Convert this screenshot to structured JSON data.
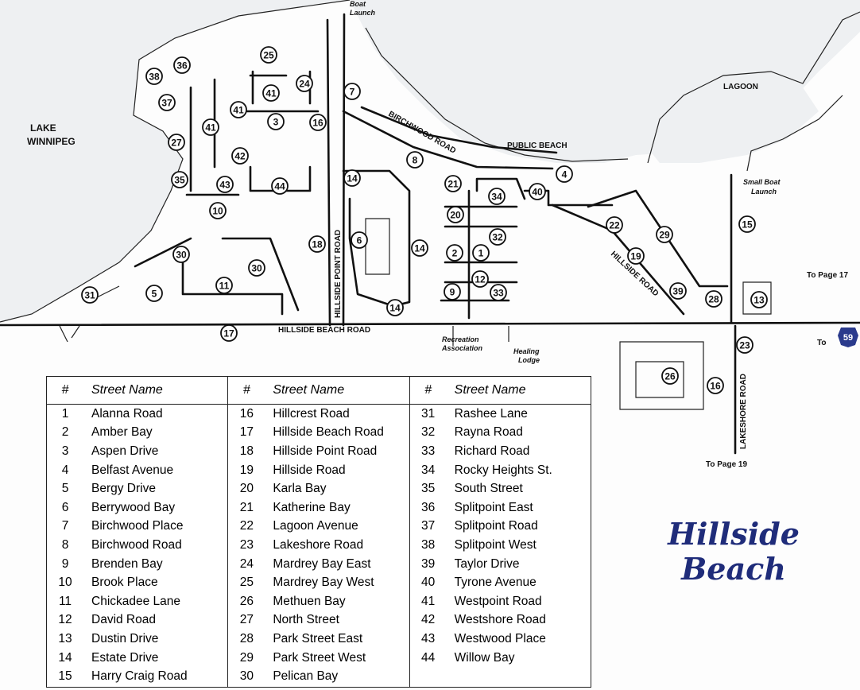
{
  "map": {
    "title_line1": "Hillside",
    "title_line2": "Beach",
    "lake_line1": "LAKE",
    "lake_line2": "WINNIPEG",
    "lagoon": "LAGOON",
    "boat_launch_1": "Boat",
    "boat_launch_2": "Launch",
    "small_boat_1": "Small Boat",
    "small_boat_2": "Launch",
    "public_beach": "PUBLIC BEACH",
    "birchwood_road": "BIRCHWOOD ROAD",
    "hillside_point_road": "HILLSIDE POINT ROAD",
    "hillside_beach_road": "HILLSIDE BEACH ROAD",
    "hillside_road": "HILLSIDE ROAD",
    "lakeshore_road": "LAKESHORE ROAD",
    "recreation_1": "Recreation",
    "recreation_2": "Association",
    "healing_1": "Healing",
    "healing_2": "Lodge",
    "to_page_17": "To Page 17",
    "to_page_19": "To Page 19",
    "to_label": "To",
    "highway": "59"
  },
  "markers": [
    "36",
    "38",
    "37",
    "25",
    "24",
    "41",
    "41",
    "41",
    "3",
    "7",
    "16",
    "27",
    "42",
    "8",
    "35",
    "43",
    "44",
    "14",
    "21",
    "34",
    "40",
    "4",
    "10",
    "20",
    "32",
    "30",
    "30",
    "6",
    "18",
    "14",
    "2",
    "1",
    "22",
    "29",
    "15",
    "19",
    "12",
    "11",
    "5",
    "9",
    "33",
    "39",
    "28",
    "13",
    "31",
    "14",
    "17",
    "23",
    "26",
    "16"
  ],
  "legend": {
    "header_num": "#",
    "header_name": "Street Name",
    "columns": [
      [
        {
          "num": "1",
          "name": "Alanna Road"
        },
        {
          "num": "2",
          "name": "Amber Bay"
        },
        {
          "num": "3",
          "name": "Aspen Drive"
        },
        {
          "num": "4",
          "name": "Belfast Avenue"
        },
        {
          "num": "5",
          "name": "Bergy Drive"
        },
        {
          "num": "6",
          "name": "Berrywood Bay"
        },
        {
          "num": "7",
          "name": "Birchwood Place"
        },
        {
          "num": "8",
          "name": "Birchwood Road"
        },
        {
          "num": "9",
          "name": "Brenden Bay"
        },
        {
          "num": "10",
          "name": "Brook Place"
        },
        {
          "num": "11",
          "name": "Chickadee Lane"
        },
        {
          "num": "12",
          "name": "David Road"
        },
        {
          "num": "13",
          "name": "Dustin Drive"
        },
        {
          "num": "14",
          "name": "Estate Drive"
        },
        {
          "num": "15",
          "name": "Harry Craig Road"
        }
      ],
      [
        {
          "num": "16",
          "name": "Hillcrest Road"
        },
        {
          "num": "17",
          "name": "Hillside Beach Road"
        },
        {
          "num": "18",
          "name": "Hillside Point Road"
        },
        {
          "num": "19",
          "name": "Hillside Road"
        },
        {
          "num": "20",
          "name": "Karla Bay"
        },
        {
          "num": "21",
          "name": "Katherine Bay"
        },
        {
          "num": "22",
          "name": "Lagoon Avenue"
        },
        {
          "num": "23",
          "name": "Lakeshore Road"
        },
        {
          "num": "24",
          "name": "Mardrey Bay East"
        },
        {
          "num": "25",
          "name": "Mardrey Bay West"
        },
        {
          "num": "26",
          "name": "Methuen Bay"
        },
        {
          "num": "27",
          "name": "North Street"
        },
        {
          "num": "28",
          "name": "Park Street East"
        },
        {
          "num": "29",
          "name": "Park Street West"
        },
        {
          "num": "30",
          "name": "Pelican Bay"
        }
      ],
      [
        {
          "num": "31",
          "name": "Rashee Lane"
        },
        {
          "num": "32",
          "name": "Rayna Road"
        },
        {
          "num": "33",
          "name": "Richard Road"
        },
        {
          "num": "34",
          "name": "Rocky Heights St."
        },
        {
          "num": "35",
          "name": "South Street"
        },
        {
          "num": "36",
          "name": "Splitpoint East"
        },
        {
          "num": "37",
          "name": "Splitpoint Road"
        },
        {
          "num": "38",
          "name": "Splitpoint West"
        },
        {
          "num": "39",
          "name": "Taylor Drive"
        },
        {
          "num": "40",
          "name": "Tyrone Avenue"
        },
        {
          "num": "41",
          "name": "Westpoint Road"
        },
        {
          "num": "42",
          "name": "Westshore Road"
        },
        {
          "num": "43",
          "name": "Westwood Place"
        },
        {
          "num": "44",
          "name": "Willow Bay"
        }
      ]
    ]
  },
  "colors": {
    "title": "#1f2c7a",
    "water": "#eef0f2",
    "highway_badge": "#2a3a8c"
  }
}
